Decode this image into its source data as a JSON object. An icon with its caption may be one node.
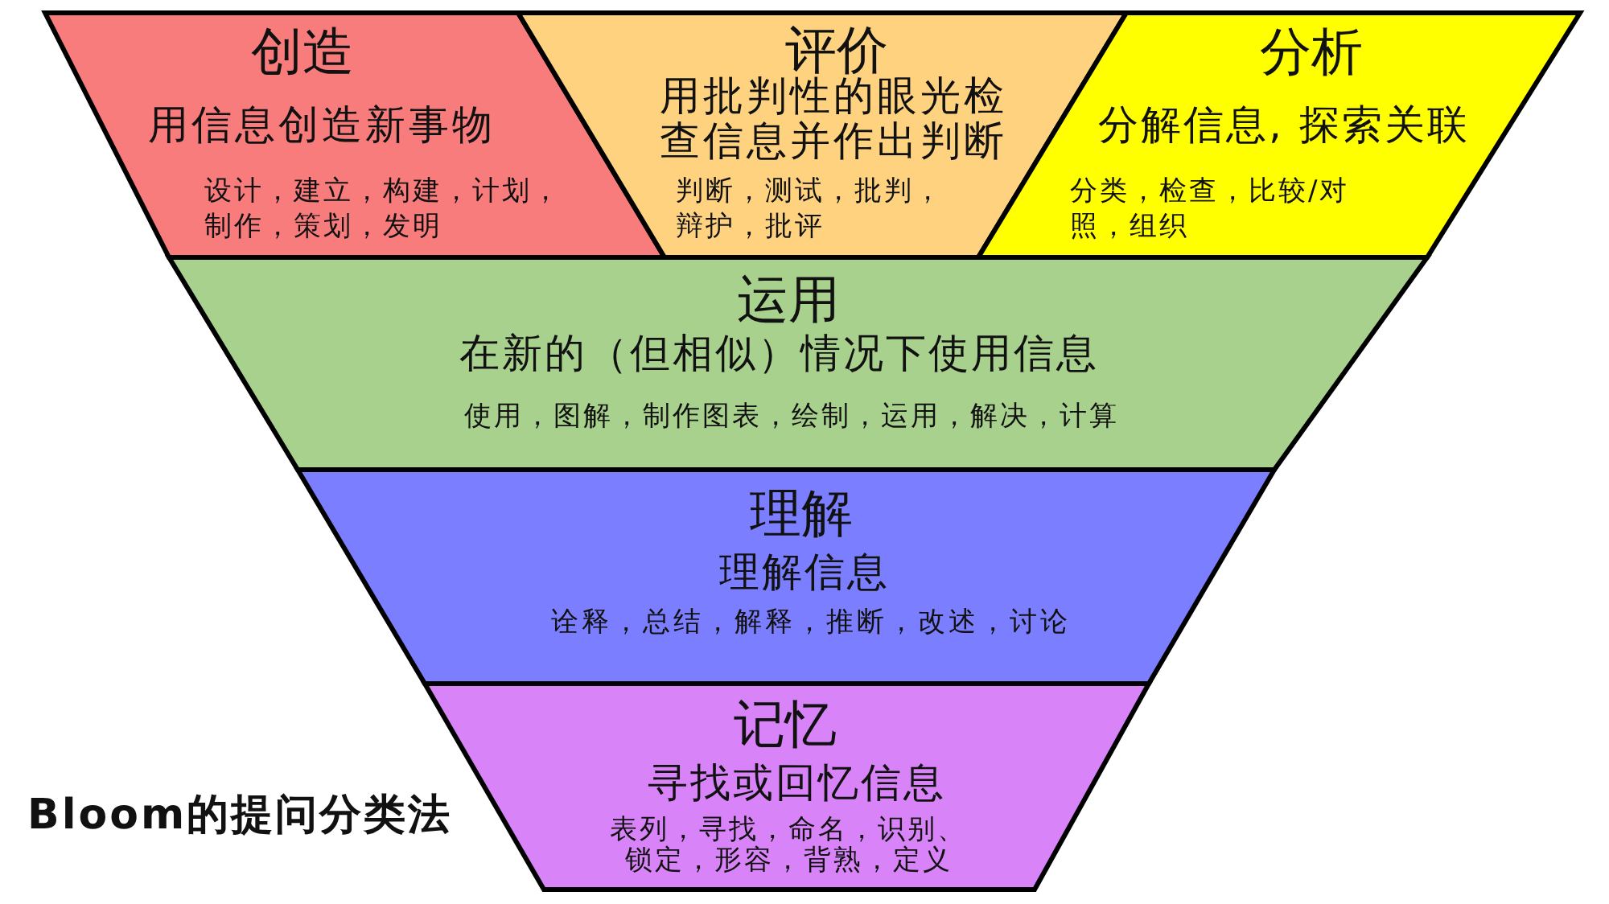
{
  "diagram": {
    "title": "Bloom的提问分类法",
    "nodes": [
      {
        "text": [
          "创造",
          "用信息创造新事物",
          "设计，建立，构建，计划，制作，策划，发明"
        ]
      },
      {
        "text": [
          "评价",
          "用批判性的眼光检查信息并作出判断",
          "判断，测试，批判，辩护，批评"
        ]
      },
      {
        "text": [
          "分析",
          "分解信息, 探索关联",
          "分类，检查，比较/对照，组织"
        ]
      },
      {
        "text": [
          "运用",
          "在新的（但相似）情况下使用信息",
          "使用，图解，制作图表，绘制，运用，解决，计算"
        ]
      },
      {
        "text": [
          "理解",
          "理解信息",
          "诠释，总结，解释，推断，改述，讨论"
        ]
      },
      {
        "text": [
          "记忆",
          "寻找或回忆信息",
          "表列，寻找，命名，识别、锁定，形容，背熟，定义"
        ]
      }
    ]
  }
}
